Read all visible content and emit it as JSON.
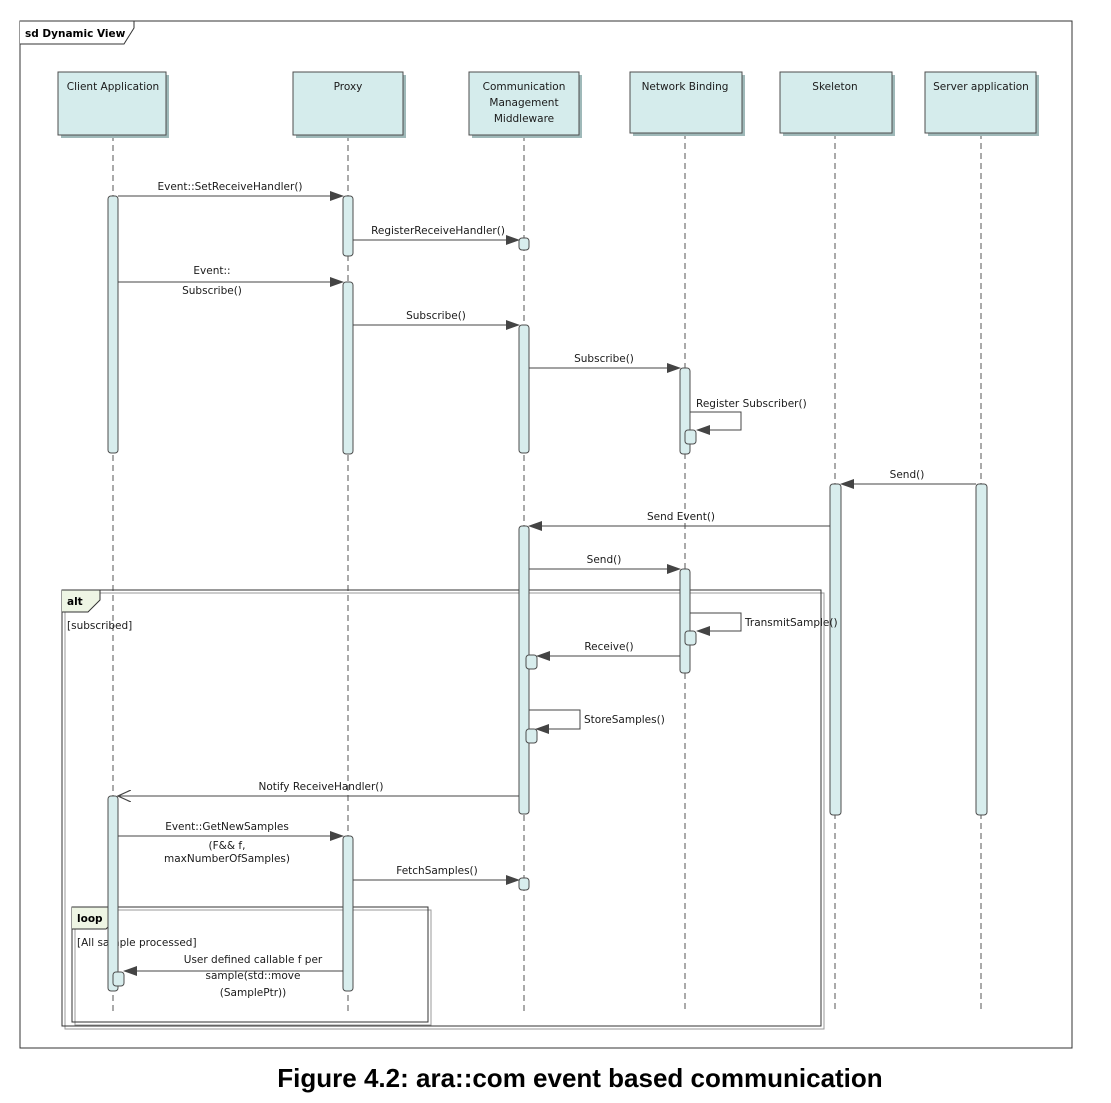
{
  "frame_label": "sd Dynamic View",
  "caption": "Figure 4.2: ara::com event based communication",
  "lifelines": [
    {
      "id": "client",
      "lines": [
        "Client Application"
      ]
    },
    {
      "id": "proxy",
      "lines": [
        "Proxy"
      ]
    },
    {
      "id": "cm",
      "lines": [
        "Communication",
        "Management",
        "Middleware"
      ]
    },
    {
      "id": "nb",
      "lines": [
        "Network Binding"
      ]
    },
    {
      "id": "skeleton",
      "lines": [
        "Skeleton"
      ]
    },
    {
      "id": "server",
      "lines": [
        "Server application"
      ]
    }
  ],
  "messages": [
    {
      "lines": [
        "Event::SetReceiveHandler()"
      ]
    },
    {
      "lines": [
        "RegisterReceiveHandler()"
      ]
    },
    {
      "lines": [
        "Event::",
        "Subscribe()"
      ]
    },
    {
      "lines": [
        "Subscribe()"
      ]
    },
    {
      "lines": [
        "Subscribe()"
      ]
    },
    {
      "lines": [
        "Register Subscriber()"
      ]
    },
    {
      "lines": [
        "Send()"
      ]
    },
    {
      "lines": [
        "Send Event()"
      ]
    },
    {
      "lines": [
        "Send()"
      ]
    },
    {
      "lines": [
        "TransmitSample()"
      ]
    },
    {
      "lines": [
        "Receive()"
      ]
    },
    {
      "lines": [
        "StoreSamples()"
      ]
    },
    {
      "lines": [
        "Notify ReceiveHandler()"
      ]
    },
    {
      "lines": [
        "Event::GetNewSamples",
        "(F&& f,",
        "maxNumberOfSamples)"
      ]
    },
    {
      "lines": [
        "FetchSamples()"
      ]
    },
    {
      "lines": [
        "User defined callable f per",
        "sample(std::move",
        "(SamplePtr))"
      ]
    }
  ],
  "fragments": [
    {
      "kind": "alt",
      "guard": "[subscribed]"
    },
    {
      "kind": "loop",
      "guard": "[All sample processed]"
    }
  ],
  "colors": {
    "lifeline_box": "#d5ecec",
    "activation": "#d8eded",
    "border": "#4d4d4d",
    "fragment_tab": "#eef5e4"
  }
}
